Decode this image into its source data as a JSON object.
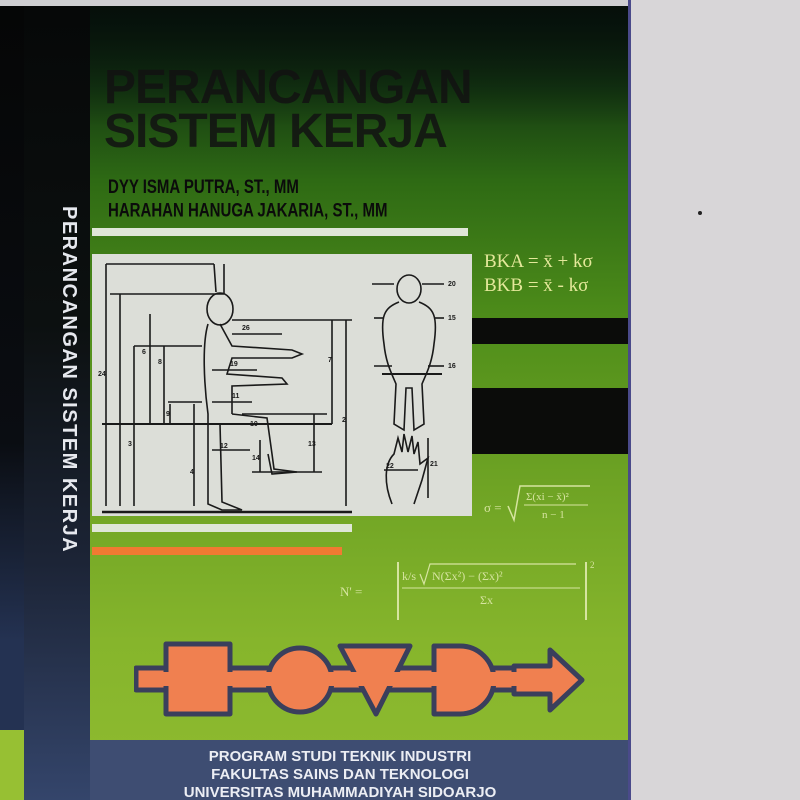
{
  "cover": {
    "spine_title": "PERANCANGAN SISTEM KERJA",
    "title_line1": "PERANCANGAN",
    "title_line2": "SISTEM KERJA",
    "author_1": "DYY ISMA PUTRA, ST., MM",
    "author_2": "HARAHAN HANUGA JAKARIA, ST., MM",
    "formulas": {
      "bka": "BKA = x̄ + kσ",
      "bkb": "BKB = x̄ - kσ",
      "sigma": "σ = √( Σ(xi − x̄)² / (n−1) )",
      "n_prime": "N' = [ (k/s)·√(N(Σx²) − (Σx)²) / Σx ]²"
    },
    "figure_label_numbers": [
      "24",
      "6",
      "8",
      "3",
      "9",
      "4",
      "26",
      "19",
      "11",
      "10",
      "12",
      "14",
      "13",
      "7",
      "2",
      "20",
      "15",
      "16",
      "22",
      "21"
    ],
    "flow_symbols": [
      "operation-square",
      "inspection-circle",
      "storage-triangle",
      "delay-d",
      "transport-arrow"
    ],
    "institution": [
      "PROGRAM STUDI TEKNIK INDUSTRI",
      "FAKULTAS SAINS DAN TEKNOLOGI",
      "UNIVERSITAS MUHAMMADIYAH SIDOARJO"
    ]
  },
  "colors": {
    "green_dark": "#153a12",
    "green_light": "#8fbb30",
    "orange": "#f07a32",
    "navy": "#3e4d72",
    "black": "#0b0c0a",
    "formula_text": "#e4e89a"
  }
}
